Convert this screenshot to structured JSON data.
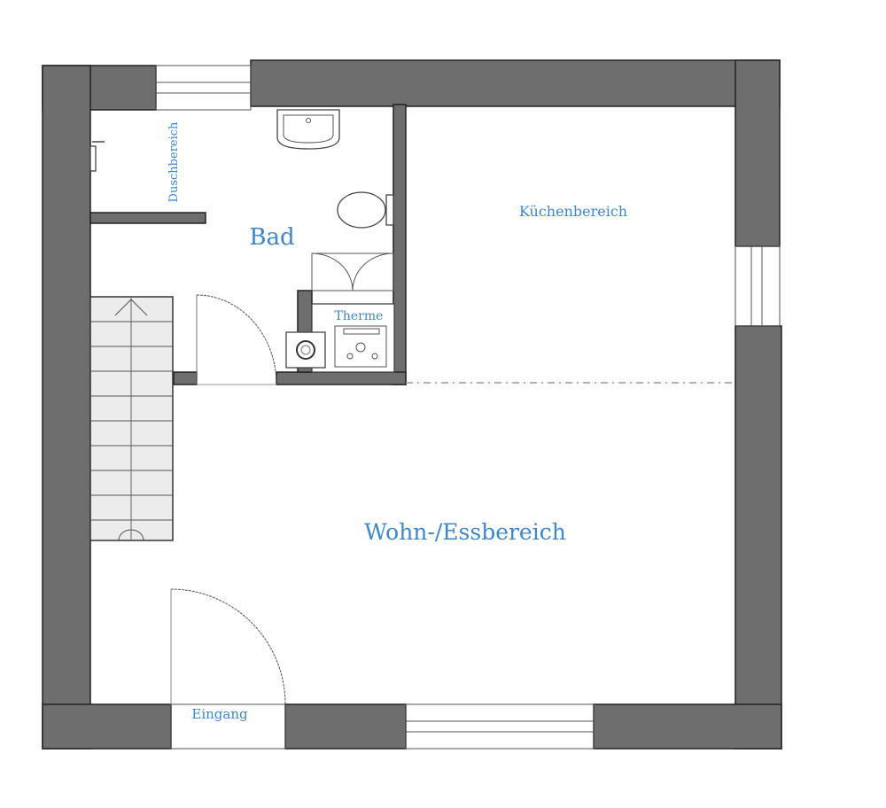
{
  "floor_plan": {
    "rooms": {
      "shower": "Duschbereich",
      "bath": "Bad",
      "kitchen": "Küchenbereich",
      "boiler": "Therme",
      "living": "Wohn-/Essbereich",
      "entrance": "Eingang"
    },
    "colors": {
      "wall": "#6e6e6e",
      "label": "#3b87d4",
      "stairs": "#ececec"
    }
  }
}
